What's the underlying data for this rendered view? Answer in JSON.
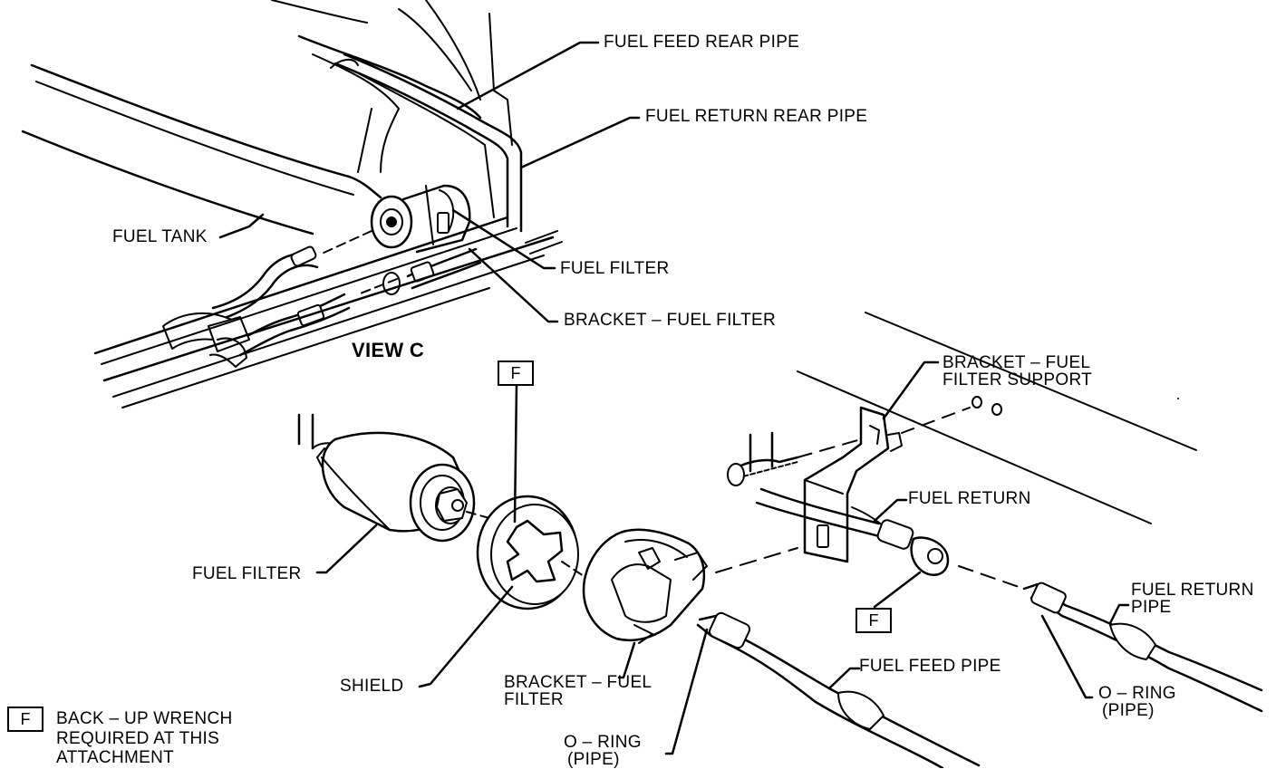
{
  "view_title": "VIEW C",
  "labels": {
    "fuel_feed_rear_pipe": "FUEL FEED REAR PIPE",
    "fuel_return_rear_pipe": "FUEL RETURN REAR PIPE",
    "fuel_tank": "FUEL TANK",
    "fuel_filter_top": "FUEL FILTER",
    "bracket_fuel_filter_top": "BRACKET – FUEL FILTER",
    "bracket_support_1": "BRACKET – FUEL",
    "bracket_support_2": "FILTER SUPPORT",
    "fuel_return": "FUEL RETURN",
    "fuel_filter": "FUEL FILTER",
    "fuel_return_pipe_1": "FUEL RETURN",
    "fuel_return_pipe_2": "PIPE",
    "shield": "SHIELD",
    "bracket_fuel_filter_1": "BRACKET – FUEL",
    "bracket_fuel_filter_2": "FILTER",
    "fuel_feed_pipe": "FUEL FEED PIPE",
    "oring_right_1": "O – RING",
    "oring_right_2": "(PIPE)",
    "oring_bottom_1": "O – RING",
    "oring_bottom_2": "(PIPE)"
  },
  "marker": "F",
  "legend": {
    "marker": "F",
    "line1": "BACK – UP WRENCH",
    "line2": "REQUIRED AT THIS",
    "line3": "ATTACHMENT"
  }
}
